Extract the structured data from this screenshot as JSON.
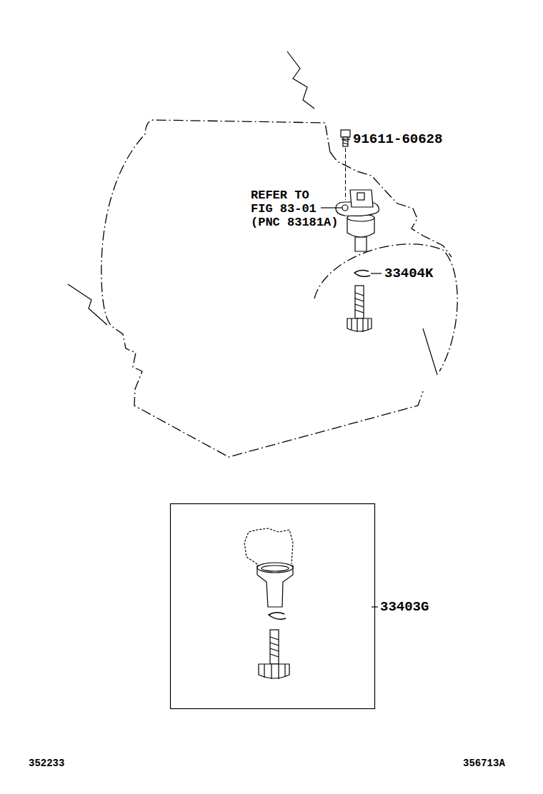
{
  "diagram": {
    "labels": [
      "91611-60628",
      "REFER TO",
      "FIG 83-01",
      "(PNC 83181A)",
      "33404K",
      "33403G",
      "352233",
      "356713A"
    ]
  }
}
